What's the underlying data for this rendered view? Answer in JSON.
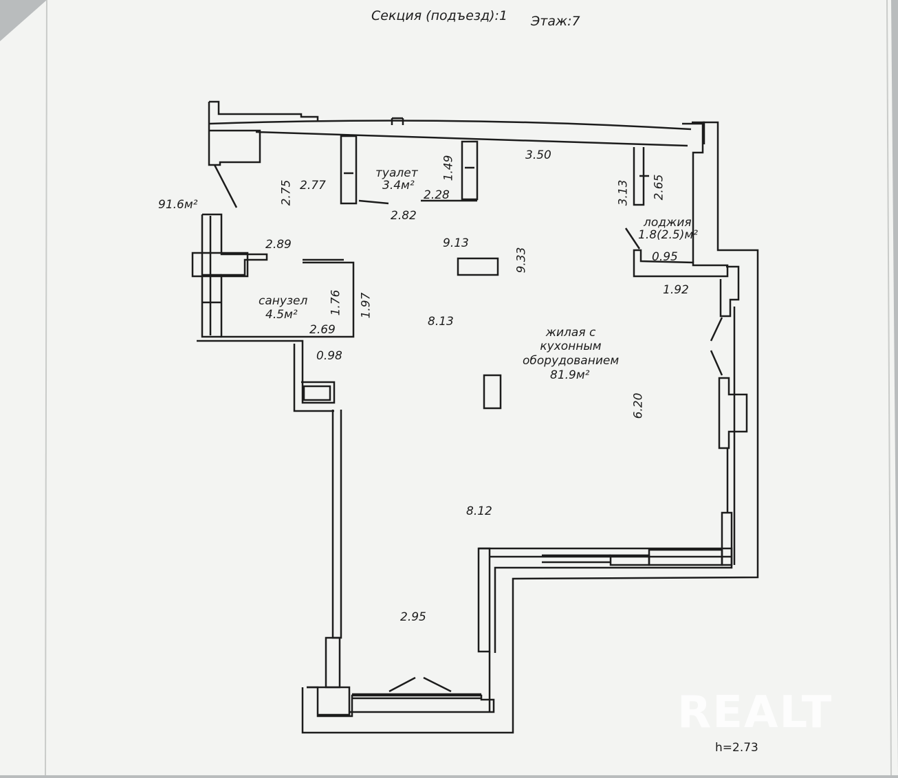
{
  "header": {
    "section": "Секция (подъезд):1",
    "floor": "Этаж:7"
  },
  "total_area": "91.6м²",
  "ceiling_height": "h=2.73",
  "rooms": {
    "toilet": {
      "name": "туалет",
      "area": "3.4м²"
    },
    "bathroom": {
      "name": "санузел",
      "area": "4.5м²"
    },
    "loggia": {
      "name": "лоджия",
      "area": "1.8(2.5)м²"
    },
    "living": {
      "name": "жилая с\nкухонным\nоборудованием",
      "area": "81.9м²"
    }
  },
  "dimensions": {
    "d_3_50": "3.50",
    "d_2_75": "2.75",
    "d_2_77": "2.77",
    "d_1_49": "1.49",
    "d_2_28": "2.28",
    "d_2_82": "2.82",
    "d_3_13": "3.13",
    "d_2_65": "2.65",
    "d_2_89": "2.89",
    "d_9_13": "9.13",
    "d_9_33": "9.33",
    "d_0_95": "0.95",
    "d_1_92": "1.92",
    "d_1_76": "1.76",
    "d_1_97": "1.97",
    "d_2_69": "2.69",
    "d_8_13": "8.13",
    "d_0_98": "0.98",
    "d_6_20": "6.20",
    "d_8_12": "8.12",
    "d_2_95": "2.95"
  },
  "watermark": "REALT",
  "colors": {
    "paper": "#f3f4f2",
    "ink": "#1c1c1c",
    "background": "#b9bcbd"
  }
}
